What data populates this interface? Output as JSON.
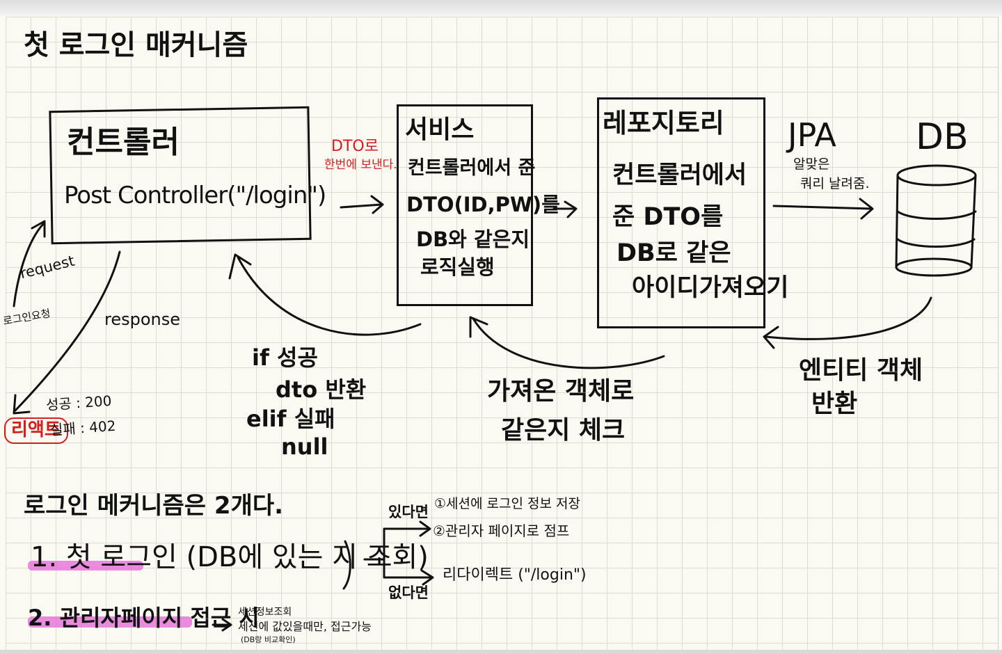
{
  "title": "첫 로그인 매커니즘",
  "controller": {
    "heading": "컨트롤러",
    "code": "Post Controller(\"/login\")"
  },
  "dto_note": {
    "line1": "DTO로",
    "line2": "한번에 보낸다."
  },
  "service": {
    "heading": "서비스",
    "lines": [
      "컨트롤러에서 준",
      "DTO(ID,PW)를",
      "DB와 같은지",
      "로직실행"
    ]
  },
  "repository": {
    "heading": "레포지토리",
    "lines": [
      "컨트롤러에서",
      "준 DTO를",
      "DB로 같은",
      "아이디가져오기"
    ]
  },
  "jpa": {
    "label": "JPA",
    "note_line1": "알맞은",
    "note_line2": "쿼리 날려줌."
  },
  "db": {
    "label": "DB"
  },
  "entity_return": {
    "line1": "엔티티 객체",
    "line2": "반환"
  },
  "compare": {
    "line1": "가져온 객체로",
    "line2": "같은지 체크"
  },
  "if_block": {
    "line1": "if 성공",
    "line2": "dto 반환",
    "line3": "elif 실패",
    "line4": "null"
  },
  "request": {
    "label": "request",
    "sub": "로그인요청"
  },
  "response": {
    "label": "response"
  },
  "react": {
    "label": "리액트",
    "success": "성공 : 200",
    "fail": "실패 : 402"
  },
  "bottom": {
    "heading": "로그인 메커니즘은 2개다.",
    "item1": "1. 첫 로그인 (DB에 있는 지 조회)",
    "item2": "2. 관리자페이지 접근 시",
    "if_exists": "있다면",
    "exists_1": "①세션에 로그인 정보 저장",
    "exists_2": "②관리자 페이지로 점프",
    "if_not": "없다면",
    "not_1": "리다이렉트 (\"/login\")",
    "access_1": "세션정보조회",
    "access_2": "세션에 값있을때만, 접근가능",
    "access_3": "(DB랑 비교확인)"
  }
}
